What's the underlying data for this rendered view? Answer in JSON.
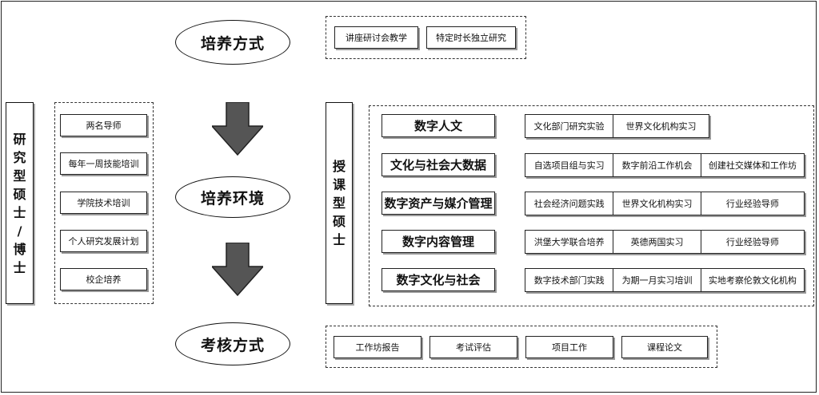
{
  "method": {
    "title": "培养方式",
    "items": [
      "讲座研讨会教学",
      "特定时长独立研究"
    ]
  },
  "environment": {
    "title": "培养环境"
  },
  "assessment": {
    "title": "考核方式",
    "items": [
      "工作坊报告",
      "考试评估",
      "项目工作",
      "课程论文"
    ]
  },
  "research_degree": {
    "label_chars": [
      "研",
      "究",
      "型",
      "硕",
      "士",
      "/",
      "博",
      "士"
    ],
    "items": [
      "两名导师",
      "每年一周技能培训",
      "学院技术培训",
      "个人研究发展计划",
      "校企培养"
    ]
  },
  "taught_degree": {
    "label_chars": [
      "授",
      "课",
      "型",
      "硕",
      "士"
    ],
    "programs": [
      {
        "name": "数字人文",
        "items": [
          "文化部门研究实验",
          "世界文化机构实习"
        ]
      },
      {
        "name": "文化与社会大数据",
        "items": [
          "自选项目组与实习",
          "数字前沿工作机会",
          "创建社交媒体和工作坊"
        ]
      },
      {
        "name": "数字资产与媒介管理",
        "items": [
          "社会经济问题实践",
          "世界文化机构实习",
          "行业经验导师"
        ]
      },
      {
        "name": "数字内容管理",
        "items": [
          "洪堡大学联合培养",
          "英德两国实习",
          "行业经验导师"
        ]
      },
      {
        "name": "数字文化与社会",
        "items": [
          "数字技术部门实践",
          "为期一月实习培训",
          "实地考察伦敦文化机构"
        ]
      }
    ]
  }
}
